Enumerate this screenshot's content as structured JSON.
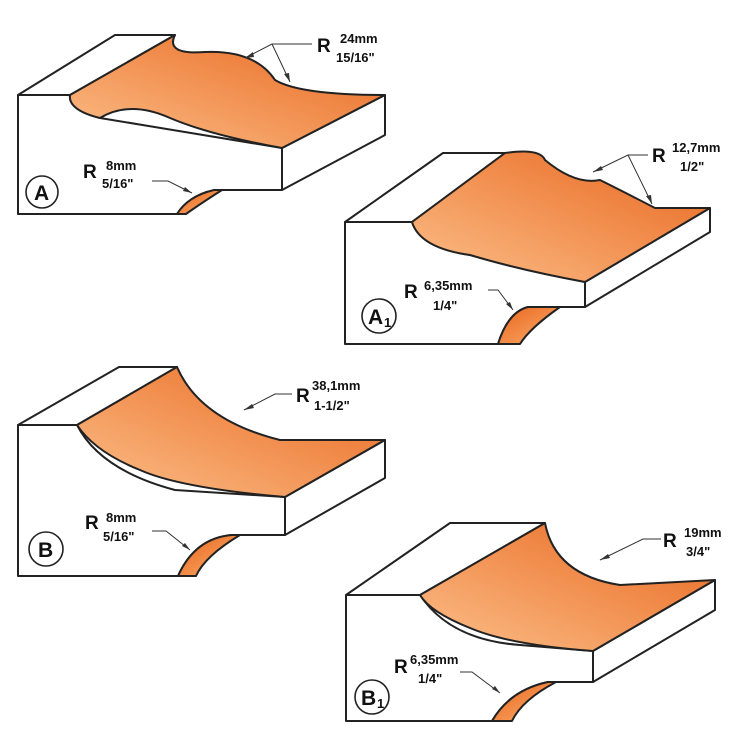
{
  "colors": {
    "orange_light": "#fbb06e",
    "orange_dark": "#e8641c",
    "outline": "#222222",
    "background": "#ffffff"
  },
  "profiles": [
    {
      "id": "A",
      "id_sub": "",
      "big_r": "R",
      "big_mm": "24mm",
      "big_in": "15/16\"",
      "small_r": "R",
      "small_mm": "8mm",
      "small_in": "5/16\""
    },
    {
      "id": "A",
      "id_sub": "1",
      "big_r": "R",
      "big_mm": "12,7mm",
      "big_in": "1/2\"",
      "small_r": "R",
      "small_mm": "6,35mm",
      "small_in": "1/4\""
    },
    {
      "id": "B",
      "id_sub": "",
      "big_r": "R",
      "big_mm": "38,1mm",
      "big_in": "1-1/2\"",
      "small_r": "R",
      "small_mm": "8mm",
      "small_in": "5/16\""
    },
    {
      "id": "B",
      "id_sub": "1",
      "big_r": "R",
      "big_mm": "19mm",
      "big_in": "3/4\"",
      "small_r": "R",
      "small_mm": "6,35mm",
      "small_in": "1/4\""
    }
  ]
}
